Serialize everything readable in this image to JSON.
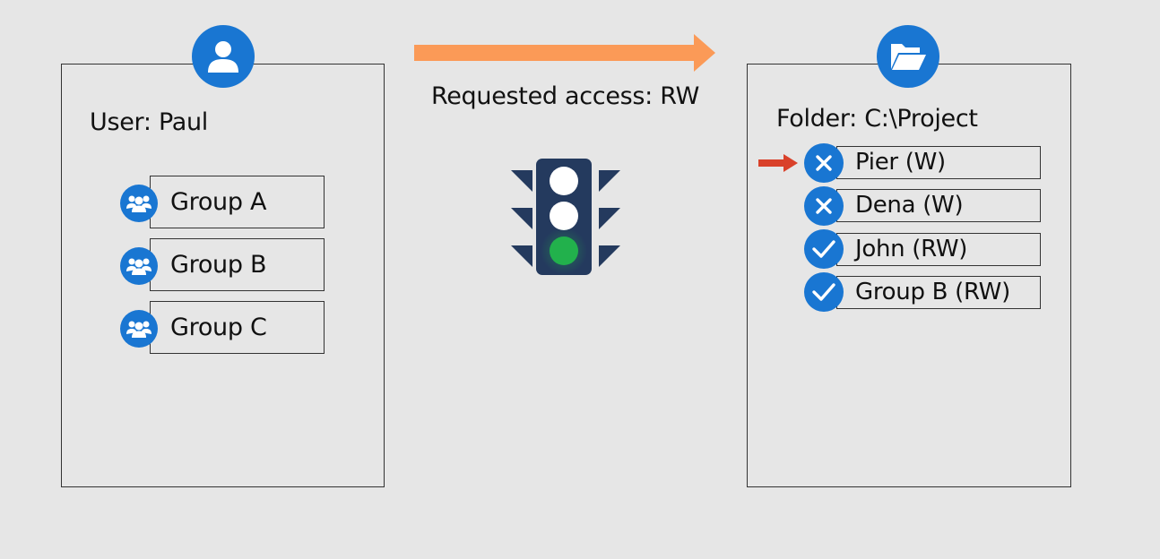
{
  "request": {
    "label": "Requested access: RW"
  },
  "user_panel": {
    "title": "User: Paul",
    "icon": "user-icon",
    "groups": [
      {
        "label": "Group A",
        "icon": "group-icon"
      },
      {
        "label": "Group B",
        "icon": "group-icon"
      },
      {
        "label": "Group C",
        "icon": "group-icon"
      }
    ]
  },
  "folder_panel": {
    "title": "Folder: C:\\Project",
    "icon": "folder-open-icon",
    "acl": [
      {
        "label": "Pier (W)",
        "status": "deny",
        "icon": "x-icon",
        "pointer": true
      },
      {
        "label": "Dena (W)",
        "status": "deny",
        "icon": "x-icon",
        "pointer": false
      },
      {
        "label": "John (RW)",
        "status": "allow",
        "icon": "check-icon",
        "pointer": false
      },
      {
        "label": "Group B (RW)",
        "status": "allow",
        "icon": "check-icon",
        "pointer": false
      }
    ]
  },
  "traffic_light": {
    "active": "green",
    "icon": "traffic-light-icon"
  },
  "colors": {
    "background": "#e6e6e6",
    "icon_blue": "#1976d2",
    "request_arrow": "#fb9a57",
    "pointer_arrow": "#d9412a",
    "light_green": "#22b14c",
    "traffic_body": "#243a5e"
  }
}
